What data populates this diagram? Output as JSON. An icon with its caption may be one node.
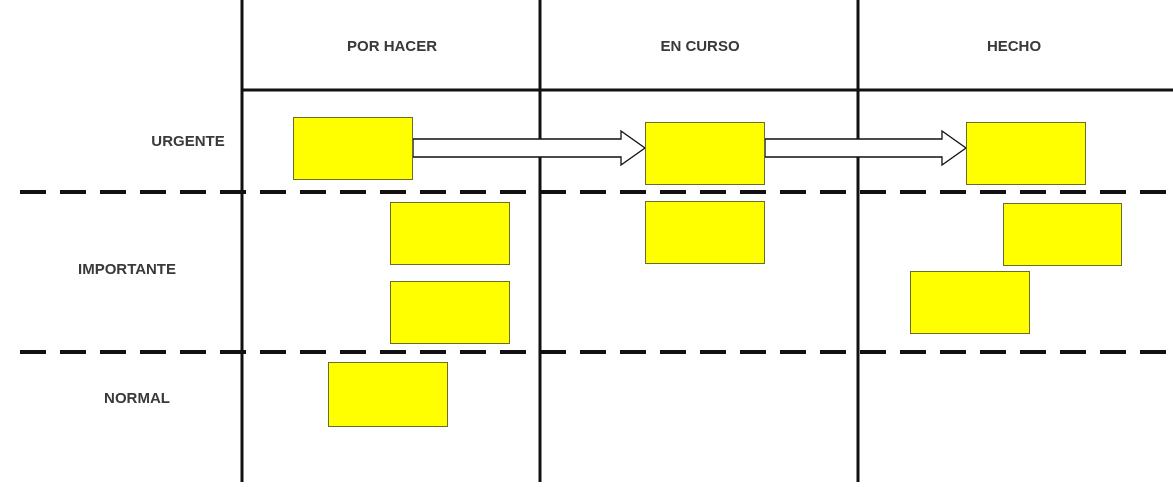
{
  "diagram": {
    "nodes": [
      {
        "text": [],
        "shape": "box"
      },
      {
        "text": [],
        "shape": "box"
      },
      {
        "text": [],
        "shape": "box"
      },
      {
        "text": [],
        "shape": "box"
      },
      {
        "text": [],
        "shape": "box"
      },
      {
        "text": [],
        "shape": "box"
      },
      {
        "text": [],
        "shape": "box"
      },
      {
        "text": [],
        "shape": "box"
      },
      {
        "text": [],
        "shape": "box"
      }
    ],
    "edges": [
      {
        "from": 0,
        "to": 1,
        "arrow": "to",
        "style": "thick"
      },
      {
        "from": 1,
        "to": 2,
        "arrow": "to",
        "style": "thick"
      }
    ],
    "labels": [
      "POR HACER",
      "EN CURSO",
      "HECHO",
      "URGENTE",
      "IMPORTANTE",
      "NORMAL"
    ]
  }
}
